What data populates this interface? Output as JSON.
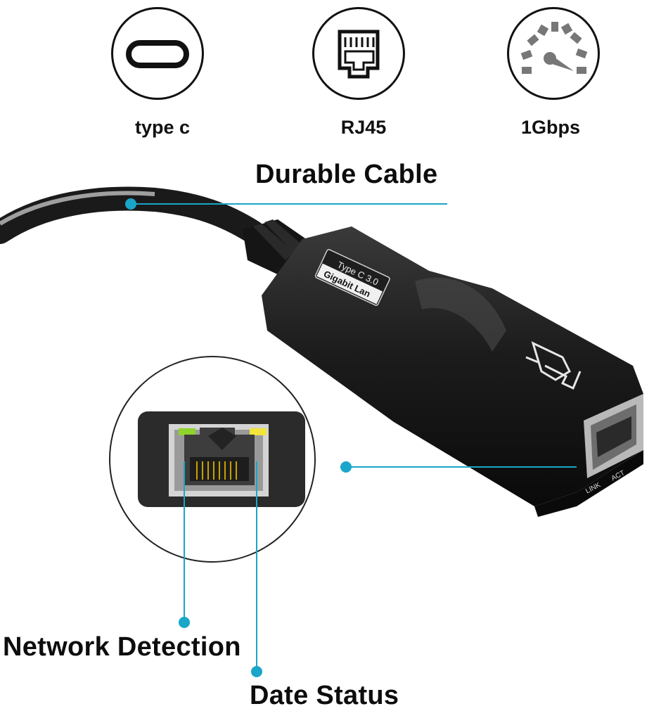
{
  "features": [
    {
      "label": "type c",
      "icon": "usb-c-port-icon"
    },
    {
      "label": "RJ45",
      "icon": "rj45-port-icon"
    },
    {
      "label": "1Gbps",
      "icon": "speedometer-icon"
    }
  ],
  "callouts": {
    "durable_cable": "Durable Cable",
    "network_detection": "Network Detection",
    "data_status": "Date Status"
  },
  "device": {
    "label_line1": "Type C 3.0",
    "label_line2": "Gigabit Lan",
    "port_left_label": "LINK",
    "port_right_label": "ACT"
  },
  "colors": {
    "accent": "#1aa6c8",
    "device_body": "#1a1a1a",
    "link_led": "#8fd42a",
    "act_led": "#f2e43a"
  }
}
